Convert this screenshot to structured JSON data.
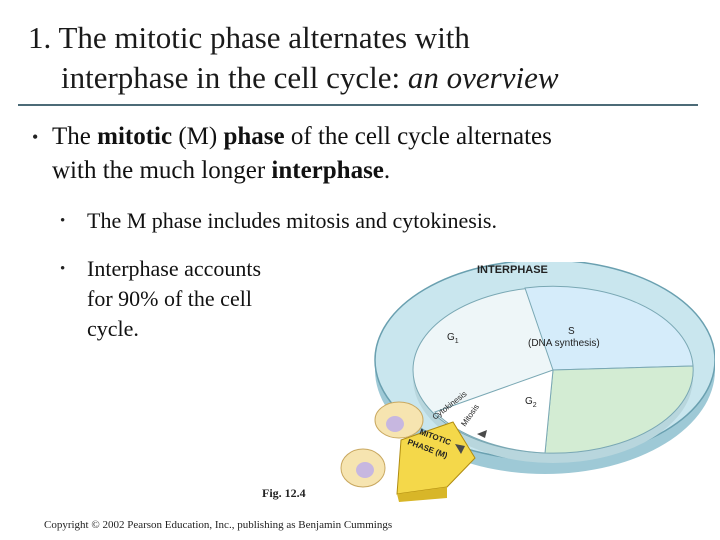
{
  "title": {
    "line1": "1. The mitotic phase alternates with",
    "line2_plain": "interphase in the cell cycle: ",
    "line2_italic": "an overview"
  },
  "bullets": [
    {
      "parts": [
        "The ",
        "mitotic",
        " (M) ",
        "phase",
        " of the cell cycle alternates"
      ],
      "line2_plain": "with the much longer ",
      "line2_bold": "interphase",
      "line2_end": "."
    }
  ],
  "sub_bullets": [
    {
      "text": "The M phase includes mitosis and cytokinesis."
    },
    {
      "lines": [
        "Interphase accounts",
        "for 90% of the cell",
        "cycle."
      ]
    }
  ],
  "figure": {
    "ring_label": "INTERPHASE",
    "g1": "G",
    "g1_sub": "1",
    "s": "S",
    "s_detail": "(DNA synthesis)",
    "g2": "G",
    "g2_sub": "2",
    "cytokinesis": "Cytokinesis",
    "mitosis": "Mitosis",
    "mitotic_line1": "MITOTIC",
    "mitotic_line2": "PHASE (M)",
    "colors": {
      "ring": "#c9e6ee",
      "ring_edge": "#6aa0b0",
      "g1": "#eef6f8",
      "s": "#d5ecfa",
      "g2": "#d3ecd3",
      "mitotic": "#f4d84a"
    }
  },
  "fig_label": "Fig. 12.4",
  "copyright": "Copyright © 2002 Pearson Education, Inc., publishing as Benjamin Cummings"
}
